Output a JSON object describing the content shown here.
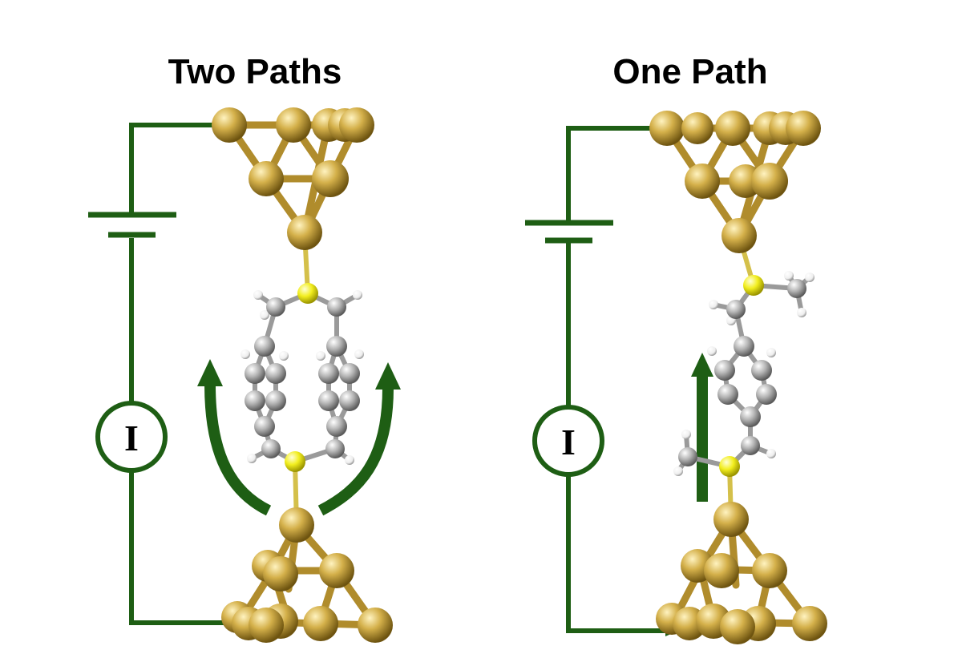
{
  "panels": [
    {
      "title": "Two Paths",
      "meter_label": "I",
      "paths_shown": 2
    },
    {
      "title": "One Path",
      "meter_label": "I",
      "paths_shown": 1
    }
  ],
  "colors": {
    "wire": "#1e5e14",
    "gold_atom": "#c8a43a",
    "sulfur_atom": "#f2ee1e",
    "carbon_atom": "#a6a6a6",
    "hydrogen_atom": "#f4f4f4",
    "bond": "#b08c2c"
  },
  "icons": {
    "battery": "battery-symbol-icon",
    "ammeter": "ammeter-icon",
    "current_arrow": "current-arrow-icon"
  }
}
